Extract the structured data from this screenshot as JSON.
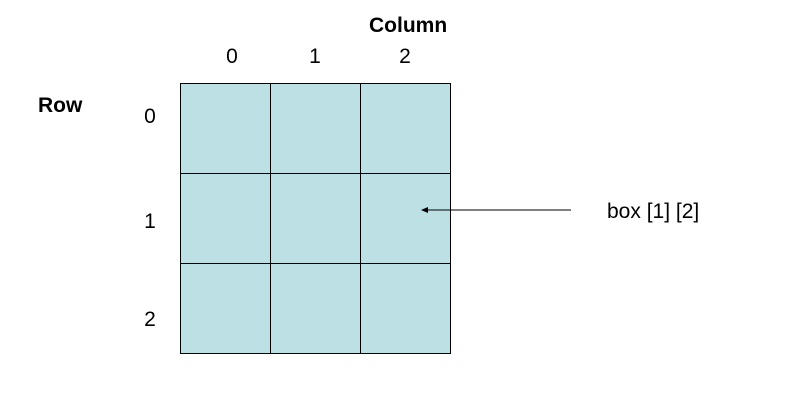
{
  "labels": {
    "column_title": "Column",
    "row_title": "Row",
    "column_indices": [
      "0",
      "1",
      "2"
    ],
    "row_indices": [
      "0",
      "1",
      "2"
    ],
    "callout": "box [1] [2]"
  },
  "grid": {
    "rows": 3,
    "cols": 3,
    "highlighted_cell": {
      "row": 1,
      "col": 2
    }
  },
  "colors": {
    "cell_fill": "#bce0e3",
    "line": "#000000"
  }
}
